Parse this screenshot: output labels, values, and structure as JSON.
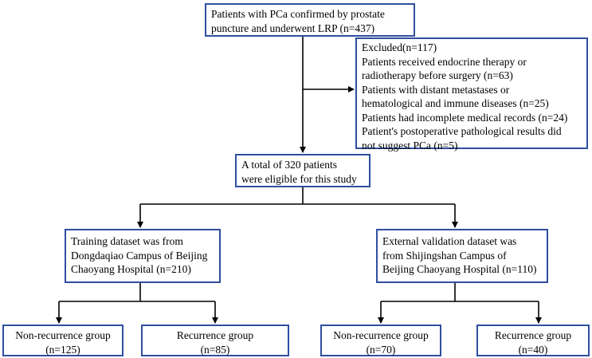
{
  "flowchart": {
    "start": {
      "lines": [
        "Patients with PCa confirmed by prostate",
        "puncture and underwent LRP (n=437)"
      ]
    },
    "excluded": {
      "lines": [
        "Excluded(n=117)",
        "Patients received endocrine therapy or",
        "radiotherapy before surgery (n=63)",
        "Patients with distant metastases or",
        "hematological and immune diseases (n=25)",
        "Patients had incomplete medical records (n=24)",
        "Patient's postoperative pathological results did",
        "not suggest PCa (n=5)"
      ]
    },
    "eligible": {
      "lines": [
        "A total of 320 patients",
        "were eligible for this study"
      ]
    },
    "training": {
      "lines": [
        "Training dataset was from",
        "Dongdaqiao Campus of Beijing",
        "Chaoyang Hospital (n=210)"
      ]
    },
    "validation": {
      "lines": [
        "External validation dataset was",
        "from Shijingshan Campus of",
        "Beijing Chaoyang Hospital (n=110)"
      ]
    },
    "train_nonrecurrence": {
      "lines": [
        "Non-recurrence group",
        "(n=125)"
      ]
    },
    "train_recurrence": {
      "lines": [
        "Recurrence group",
        "(n=85)"
      ]
    },
    "valid_nonrecurrence": {
      "lines": [
        "Non-recurrence group",
        "(n=70)"
      ]
    },
    "valid_recurrence": {
      "lines": [
        "Recurrence group",
        "(n=40)"
      ]
    }
  },
  "colors": {
    "box_border": "#2f4f9f",
    "connector": "#000000",
    "text": "#000000"
  }
}
